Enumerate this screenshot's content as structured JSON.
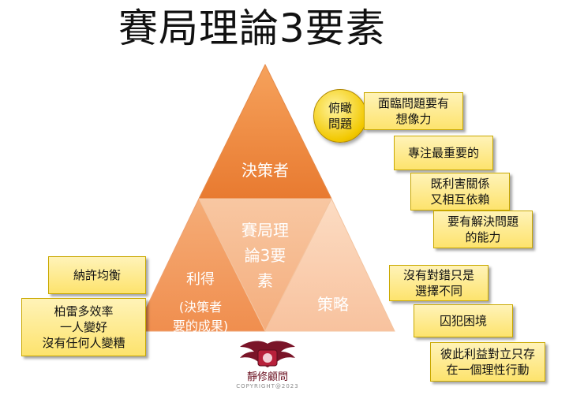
{
  "title": "賽局理論3要素",
  "triangle": {
    "top": "決策者",
    "center_lines": [
      "賽局理",
      "論3要",
      "素"
    ],
    "left_lines": [
      "利得",
      "(決策者",
      "要的成果)"
    ],
    "right": "策略"
  },
  "overview": "俯瞰\n問題",
  "right_boxes": [
    "面臨問題要有\n想像力",
    "專注最重要的",
    "既利害關係\n又相互依賴",
    "要有解決問題\n的能力"
  ],
  "strategy_boxes": [
    "沒有對錯只是\n選擇不同",
    "囚犯困境",
    "彼此利益對立只存\n在一個理性行動"
  ],
  "payoff_boxes": [
    "納許均衡",
    "柏雷多效率\n一人變好\n沒有任何人變糟"
  ],
  "logo": {
    "name": "靜修顧問",
    "copyright": "COPYRIGHT@2023"
  },
  "colors": {
    "top": "#ef8a40",
    "left": "#f2a26a",
    "center": "#f7c199",
    "right": "#fbd6b8",
    "box": "#fde36d"
  }
}
